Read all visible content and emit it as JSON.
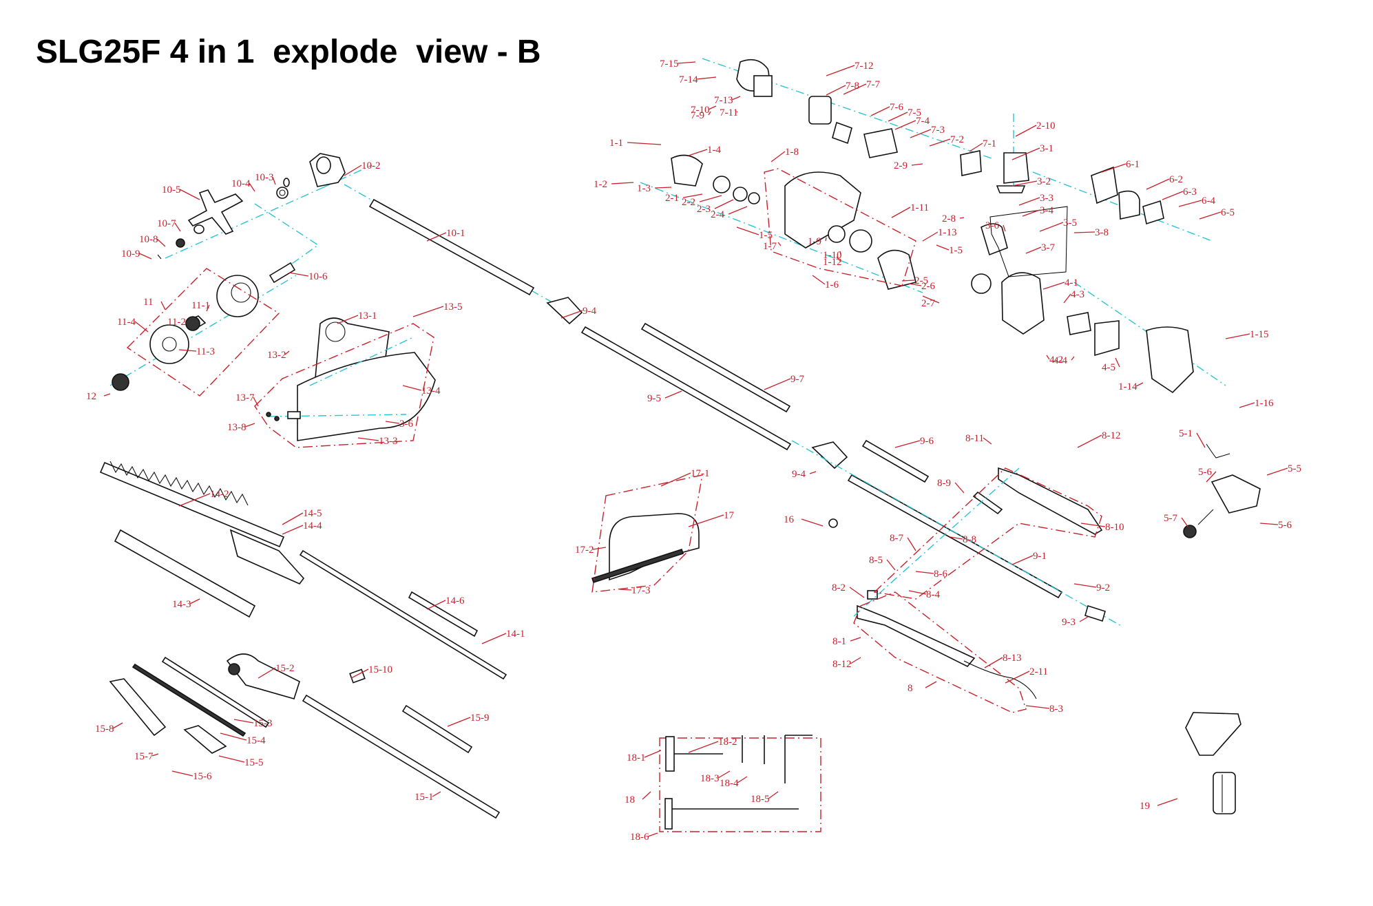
{
  "title": "SLG25F 4 in 1  explode  view - B",
  "colors": {
    "label": "#c8202a",
    "axis_line": "#29c4d6",
    "part_outline": "#111111",
    "background": "#ffffff"
  },
  "sections": {
    "engine": {
      "labels": [
        "1-1",
        "1-2",
        "1-3",
        "1-4",
        "1-5",
        "1-5",
        "1-6",
        "1-7",
        "1-8",
        "1-9",
        "1-10",
        "1-11",
        "1-12",
        "1-13",
        "1-14",
        "1-15",
        "1-16",
        "2-1",
        "2-2",
        "2-3",
        "2-4",
        "2-5",
        "2-6",
        "2-7",
        "2-8",
        "2-9",
        "2-10",
        "3-1",
        "3-2",
        "3-3",
        "3-4",
        "3-5",
        "3-6",
        "3-7",
        "3-8",
        "4-1",
        "4-2",
        "4-3",
        "4-4",
        "4-5",
        "6-1",
        "6-2",
        "6-3",
        "6-4",
        "6-5",
        "7-1",
        "7-2",
        "7-3",
        "7-4",
        "7-5",
        "7-6",
        "7-7",
        "7-8",
        "7-9",
        "7-10",
        "7-11",
        "7-12",
        "7-13",
        "7-14",
        "7-15"
      ]
    },
    "fuel_tank": {
      "labels": [
        "5-1",
        "5-5",
        "5-6",
        "5-6",
        "5-7"
      ]
    },
    "brush_cutter": {
      "labels": [
        "10-1",
        "10-2",
        "10-3",
        "10-4",
        "10-5",
        "10-6",
        "10-7",
        "10-8",
        "10-9",
        "11",
        "11-1",
        "11-2",
        "11-3",
        "11-4",
        "12"
      ]
    },
    "guard": {
      "labels": [
        "13-1",
        "13-2",
        "13-3",
        "13-4",
        "13-5",
        "3-6",
        "13-7",
        "13-8"
      ]
    },
    "shafts": {
      "labels": [
        "9-1",
        "9-2",
        "9-3",
        "9-4",
        "9-4",
        "9-5",
        "9-6",
        "9-7",
        "16"
      ]
    },
    "throttle_handle": {
      "labels": [
        "8",
        "8-1",
        "8-2",
        "8-3",
        "8-4",
        "8-5",
        "8-6",
        "8-7",
        "8-8",
        "8-9",
        "8-10",
        "8-11",
        "8-12",
        "8-12",
        "8-13",
        "2-11"
      ]
    },
    "front_handle": {
      "labels": [
        "17",
        "17-1",
        "17-2",
        "17-3"
      ]
    },
    "hedge_trimmer": {
      "labels": [
        "14-1",
        "14-2",
        "14-3",
        "14-4",
        "14-5",
        "14-6"
      ]
    },
    "pole_saw": {
      "labels": [
        "15-1",
        "15-2",
        "15-3",
        "15-4",
        "15-5",
        "15-6",
        "15-7",
        "15-8",
        "15-9",
        "15-10"
      ]
    },
    "tools": {
      "labels": [
        "18",
        "18-1",
        "18-2",
        "18-3",
        "18-4",
        "18-5",
        "18-6"
      ]
    },
    "harness": {
      "labels": [
        "19"
      ]
    }
  }
}
